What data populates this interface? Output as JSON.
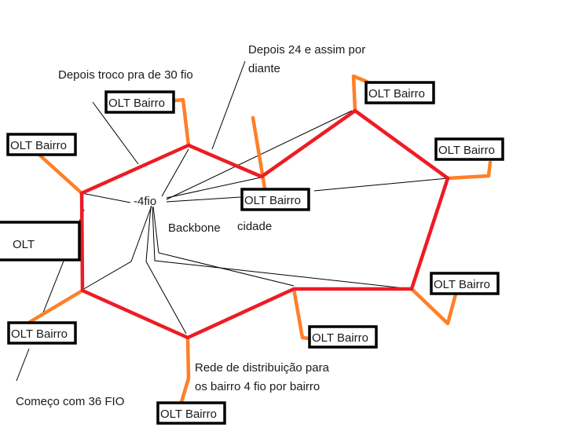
{
  "diagram": {
    "olt_main": "OLT",
    "olt_bairro": "OLT Bairro",
    "center_label": "-4fio",
    "backbone_label": "Backbone",
    "cidade_label": "cidade",
    "annotations": {
      "troco": "Depois troco pra de 30 fio",
      "depois24_line1": "Depois 24 e assim por",
      "depois24_line2": "diante",
      "rede_line1": "Rede de distribuição para",
      "rede_line2": "os bairro 4 fio por bairro",
      "comeco": "Começo com 36 FIO"
    },
    "colors": {
      "backbone": "#ed1c24",
      "distribution": "#ff7f27",
      "border": "#000000"
    }
  }
}
